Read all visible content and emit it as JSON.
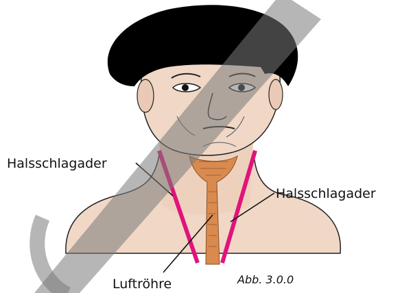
{
  "labels": {
    "carotid_left": "Halsschlagader",
    "carotid_right": "Halsschlagader",
    "trachea": "Luftröhre"
  },
  "caption": "Abb. 3.0.0",
  "colors": {
    "hair": "#000000",
    "skin": "#F0D7C6",
    "outline": "#222222",
    "artery": "#E0147A",
    "trachea": "#D98A4E",
    "watermark": "#7A7A7A"
  }
}
